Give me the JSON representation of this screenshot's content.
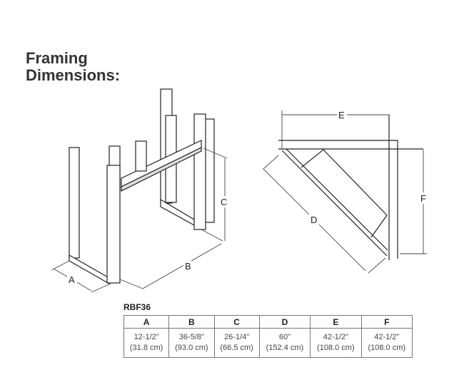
{
  "title_line1": "Framing",
  "title_line2": "Dimensions:",
  "labels": {
    "A": "A",
    "B": "B",
    "C": "C",
    "D": "D",
    "E": "E",
    "F": "F"
  },
  "table": {
    "model": "RBF36",
    "headers": [
      "A",
      "B",
      "C",
      "D",
      "E",
      "F"
    ],
    "inches": [
      "12-1/2\"",
      "36-5/8\"",
      "26-1/4\"",
      "60\"",
      "42-1/2\"",
      "42-1/2\""
    ],
    "cm": [
      "(31.8 cm)",
      "(93.0 cm)",
      "(66.5 cm)",
      "(152.4 cm)",
      "(108.0 cm)",
      "(108.0 cm)"
    ]
  }
}
